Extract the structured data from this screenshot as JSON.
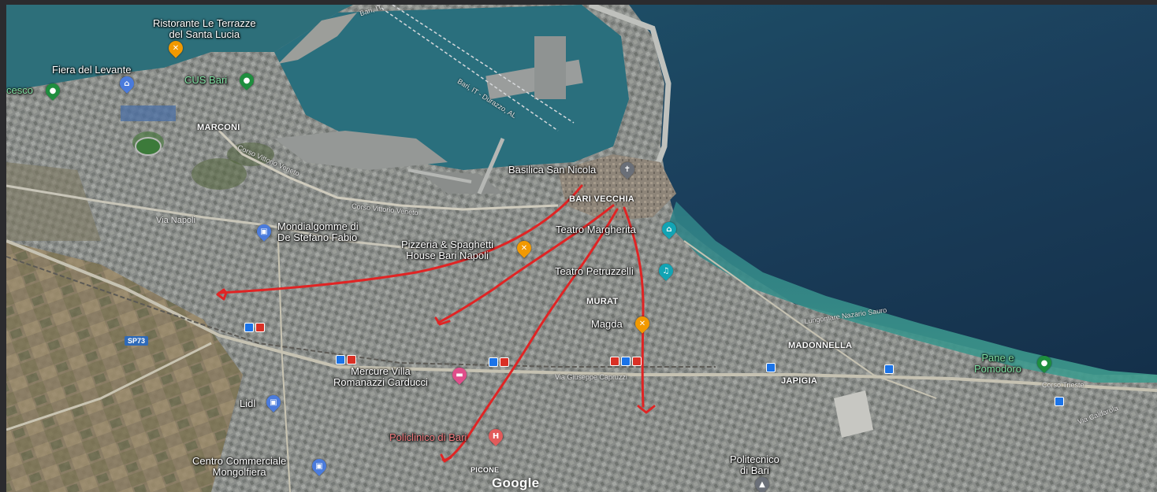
{
  "colors": {
    "sea_deep": "#1b3f5c",
    "sea_harbor": "#2a6f7d",
    "sea_shallow": "#3a8e86",
    "city": "#8c8f8c",
    "annotation": "#e02424",
    "frame": "#2b2b2e"
  },
  "places": {
    "ristorante": "Ristorante Le Terrazze\ndel Santa Lucia",
    "fiera": "Fiera del Levante",
    "cus_bari": "CUS Bari",
    "cesco": "cesco",
    "marconi": "MARCONI",
    "basilica": "Basilica San Nicola",
    "bari_vecchia": "BARI VECCHIA",
    "teatro_margherita": "Teatro Margherita",
    "mondial": "Mondialgomme di\nDe Stefano Fabio",
    "pizzeria": "Pizzeria & Spaghetti\nHouse Bari Napoli",
    "teatro_petruzzelli": "Teatro Petruzzelli",
    "murat": "MURAT",
    "magda": "Magda",
    "madonnella": "MADONNELLA",
    "pane": "Pane e\nPomodoro",
    "japigia": "JAPIGIA",
    "mercure": "Mercure Villa\nRomanazzi Carducci",
    "lidl": "Lidl",
    "policlinico": "Policlinico di Bari",
    "centro": "Centro Commerciale\nMongolfiera",
    "politecnico": "Politecnico\ndi Bari",
    "picone": "PICONE"
  },
  "roads": {
    "via_napoli": "Via Napoli",
    "corso_vittorio": "Corso Vittorio Veneto",
    "corso_vittorio_2": "Corso Vittorio Veneto",
    "sp73": "SP73",
    "ferry_1": "Bari, IT",
    "ferry_2": "Bari, IT - Durazzo, AL",
    "lungomare": "Lungomare Nazario Sauro",
    "via_giuseppe": "Via Giuseppe Capruzzi",
    "corso_trieste": "Corso Trieste",
    "via_caldarola": "Via Caldarola"
  },
  "icons": {
    "restaurant": "fork-knife-icon",
    "museum": "museum-icon",
    "shopping": "cart-icon",
    "hotel": "bed-icon",
    "hospital": "hospital-icon",
    "music": "music-note-icon",
    "church": "cross-icon",
    "education": "graduation-cap-icon",
    "transit": "transit-icon"
  },
  "attribution": {
    "logo": "Google"
  }
}
